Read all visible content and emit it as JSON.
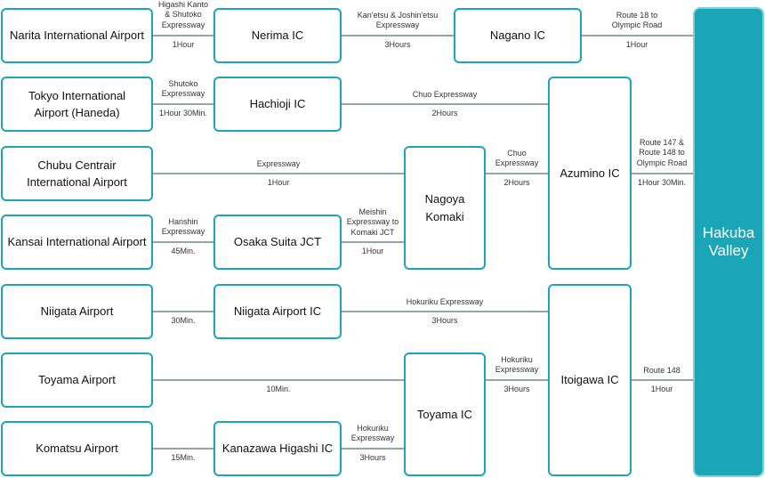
{
  "nodes": {
    "narita": "Narita International Airport",
    "haneda": "Tokyo International\nAirport (Haneda)",
    "chubu": "Chubu Centrair\nInternational Airport",
    "kansai": "Kansai International Airport",
    "niigata_airport": "Niigata Airport",
    "toyama_airport": "Toyama Airport",
    "komatsu": "Komatsu Airport",
    "nerima": "Nerima IC",
    "hachioji": "Hachioji IC",
    "osaka_suita": "Osaka Suita JCT",
    "niigata_ic": "Niigata Airport IC",
    "kanazawa": "Kanazawa Higashi IC",
    "nagano": "Nagano IC",
    "nagoya": "Nagoya Komaki",
    "toyama_ic": "Toyama IC",
    "azumino": "Azumino IC",
    "itoigawa": "Itoigawa IC",
    "hakuba": "Hakuba\nValley"
  },
  "edges": {
    "narita_nerima_route": "Higashi Kanto\n& Shutoko\nExpressway",
    "narita_nerima_time": "1Hour",
    "nerima_nagano_route": "Kan'etsu & Joshin'etsu\nExpressway",
    "nerima_nagano_time": "3Hours",
    "nagano_hakuba_route": "Route 18 to\nOlympic Road",
    "nagano_hakuba_time": "1Hour",
    "haneda_hachioji_route": "Shutoko\nExpressway",
    "haneda_hachioji_time": "1Hour 30Min.",
    "hachioji_azumino_route": "Chuo Expressway",
    "hachioji_azumino_time": "2Hours",
    "chubu_nagoya_route": "Expressway",
    "chubu_nagoya_time": "1Hour",
    "nagoya_azumino_route": "Chuo\nExpressway",
    "nagoya_azumino_time": "2Hours",
    "azumino_hakuba_route": "Route 147 &\nRoute 148 to\nOlympic Road",
    "azumino_hakuba_time": "1Hour 30Min.",
    "kansai_osaka_route": "Hanshin\nExpressway",
    "kansai_osaka_time": "45Min.",
    "osaka_nagoya_route": "Meishin\nExpressway to\nKomaki JCT",
    "osaka_nagoya_time": "1Hour",
    "niigata_ic_time": "30Min.",
    "niigata_itoigawa_route": "Hokuriku Expressway",
    "niigata_itoigawa_time": "3Hours",
    "toyama_airport_time": "10Min.",
    "toyama_itoigawa_route": "Hokuriku\nExpressway",
    "toyama_itoigawa_time": "3Hours",
    "itoigawa_hakuba_route": "Route 148",
    "itoigawa_hakuba_time": "1Hour",
    "komatsu_kanazawa_time": "15Min.",
    "kanazawa_toyama_route": "Hokuriku\nExpressway",
    "kanazawa_toyama_time": "3Hours"
  },
  "colors": {
    "accent": "#1aa6b7",
    "line": "#9aa3a8"
  }
}
